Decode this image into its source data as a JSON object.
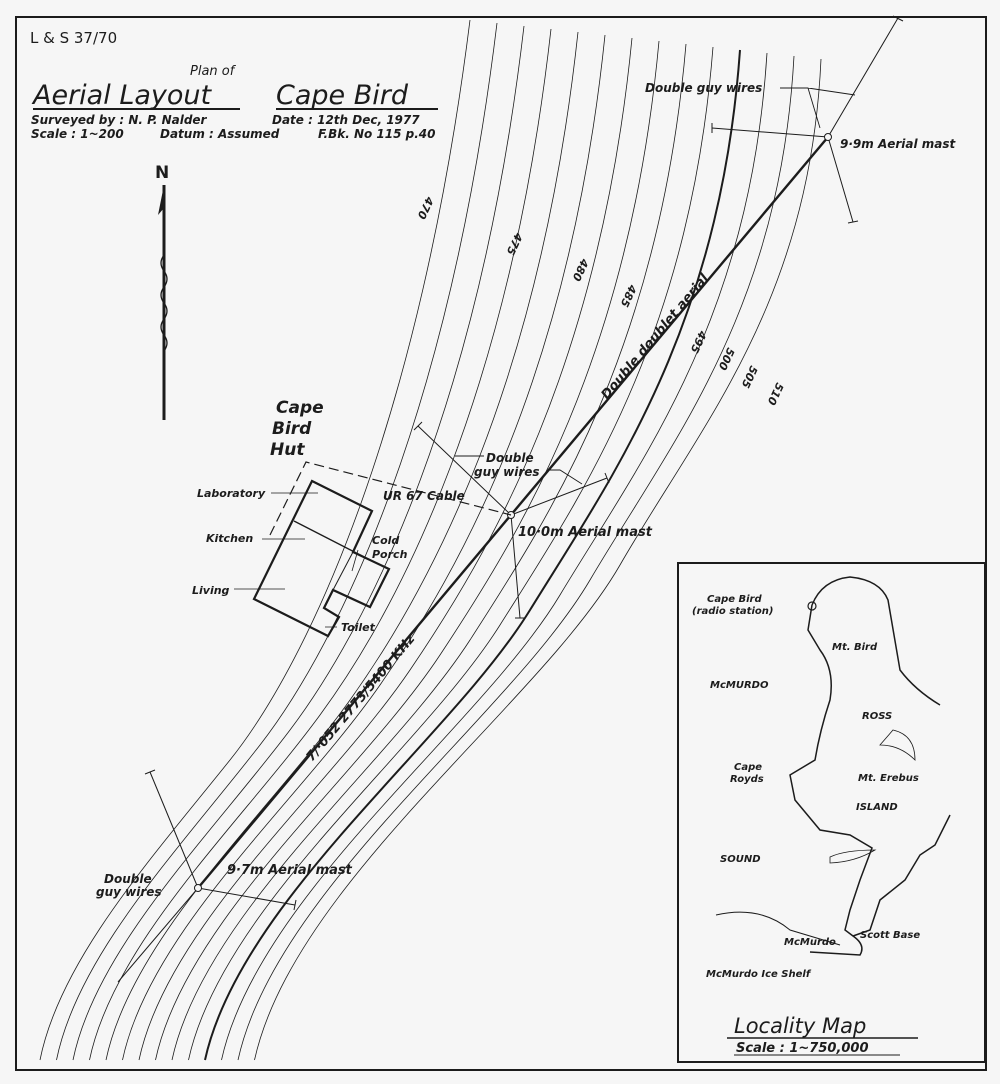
{
  "ref": "L & S 37/70",
  "title": {
    "pre": "Plan of",
    "main_left": "Aerial Layout",
    "main_right": "Cape Bird",
    "surveyed": "Surveyed by : N. P. Nalder",
    "date": "Date : 12th Dec, 1977",
    "scale": "Scale : 1~200",
    "datum": "Datum : Assumed",
    "fieldbook": "F.Bk. No 115 p.40"
  },
  "north": "N",
  "hut": {
    "name_1": "Cape",
    "name_2": "Bird",
    "name_3": "Hut",
    "rooms": [
      "Laboratory",
      "Kitchen",
      "Living",
      "Cold",
      "Porch",
      "Toilet"
    ]
  },
  "labels": {
    "cable": "UR 67 Cable",
    "guy_top": "Double guy wires",
    "guy_mid_1": "Double",
    "guy_mid_2": "guy wires",
    "guy_bot_1": "Double",
    "guy_bot_2": "guy wires",
    "mast_top": "9·9m Aerial mast",
    "mast_mid": "10·0m Aerial mast",
    "mast_bot": "9·7m Aerial mast",
    "aerial": "Double doublet aerial",
    "feeder": "7/·052 2773/5400 KHz"
  },
  "contours": [
    "470",
    "475",
    "480",
    "485",
    "495",
    "500",
    "505",
    "510"
  ],
  "locality": {
    "title": "Locality Map",
    "scale": "Scale : 1~750,000",
    "places": [
      "Cape Bird",
      "(radio station)",
      "Mt. Bird",
      "McMURDO",
      "ROSS",
      "Cape",
      "Royds",
      "Mt. Erebus",
      "ISLAND",
      "SOUND",
      "Scott Base",
      "McMurdo",
      "McMurdo Ice Shelf"
    ]
  }
}
